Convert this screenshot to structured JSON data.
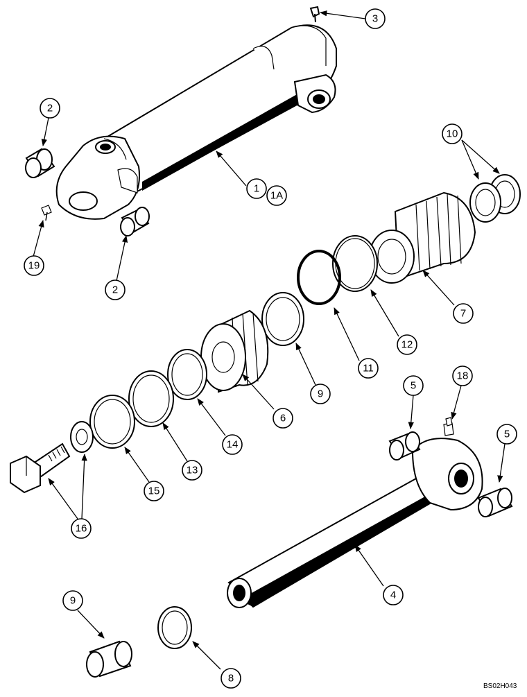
{
  "drawing": {
    "reference_code": "BS02H043"
  },
  "callouts": [
    {
      "id": "c1",
      "label": "1"
    },
    {
      "id": "c1a",
      "label": "1A"
    },
    {
      "id": "c2a",
      "label": "2"
    },
    {
      "id": "c2b",
      "label": "2"
    },
    {
      "id": "c3",
      "label": "3"
    },
    {
      "id": "c4",
      "label": "4"
    },
    {
      "id": "c5a",
      "label": "5"
    },
    {
      "id": "c5b",
      "label": "5"
    },
    {
      "id": "c6",
      "label": "6"
    },
    {
      "id": "c7",
      "label": "7"
    },
    {
      "id": "c8",
      "label": "8"
    },
    {
      "id": "c9a",
      "label": "9"
    },
    {
      "id": "c9b",
      "label": "9"
    },
    {
      "id": "c10",
      "label": "10"
    },
    {
      "id": "c11",
      "label": "11"
    },
    {
      "id": "c12",
      "label": "12"
    },
    {
      "id": "c13",
      "label": "13"
    },
    {
      "id": "c14",
      "label": "14"
    },
    {
      "id": "c15",
      "label": "15"
    },
    {
      "id": "c16",
      "label": "16"
    },
    {
      "id": "c18",
      "label": "18"
    },
    {
      "id": "c19",
      "label": "19"
    }
  ]
}
